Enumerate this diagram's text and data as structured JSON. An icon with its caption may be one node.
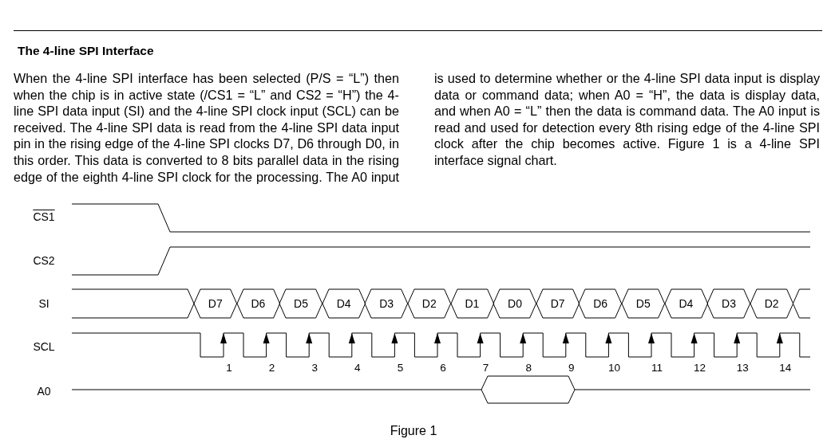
{
  "diagram": {
    "title": "The 4-line SPI Interface",
    "caption": "Figure 1",
    "nodes": [
      {
        "text": [
          "D7"
        ]
      },
      {
        "text": [
          "D6"
        ]
      },
      {
        "text": [
          "D5"
        ]
      },
      {
        "text": [
          "D4"
        ]
      },
      {
        "text": [
          "D3"
        ]
      },
      {
        "text": [
          "D2"
        ]
      },
      {
        "text": [
          "D1"
        ]
      },
      {
        "text": [
          "D0"
        ]
      },
      {
        "text": [
          "D7"
        ]
      },
      {
        "text": [
          "D6"
        ]
      },
      {
        "text": [
          "D5"
        ]
      },
      {
        "text": [
          "D4"
        ]
      },
      {
        "text": [
          "D3"
        ]
      },
      {
        "text": [
          "D2"
        ]
      },
      {
        "text": [],
        "shape": "hexagon"
      }
    ],
    "labels": [
      "When the 4-line SPI interface has been selected (P/S = “L”) then when the chip is in active state (/CS1 = “L” and CS2 = “H”) the 4-line SPI data input (SI) and the 4-line SPI clock input (SCL) can be received. The 4-line SPI data is read from the 4-line SPI data input pin in the rising edge of the 4-line SPI clocks D7, D6 through D0, in this order. This data is converted to 8 bits parallel data in the rising edge of the eighth 4-line SPI clock for the processing. The A0 input is used to determine whether or the 4-line SPI data input is display data or command data; when A0 = “H”, the data is display data, and when A0 = “L” then the data is command data. The A0 input is read and used for detection every 8th rising edge of the 4-line SPI clock after the chip becomes active. Figure 1 is a 4-line SPI interface signal chart.",
      "CS1",
      "CS2",
      "SI",
      "SCL",
      "1",
      "2",
      "3",
      "4",
      "5",
      "6",
      "7",
      "8",
      "9",
      "10",
      "11",
      "12",
      "13",
      "14",
      "A0"
    ]
  }
}
